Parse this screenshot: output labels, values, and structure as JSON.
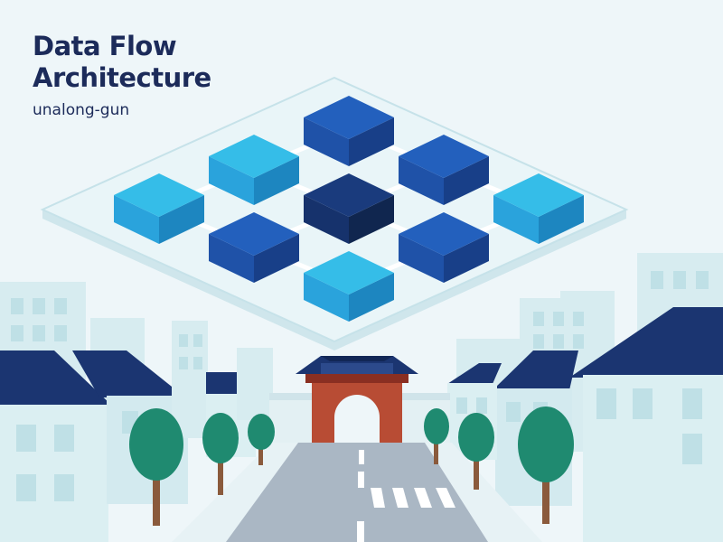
{
  "title": {
    "line1": "Data Flow",
    "line2": "Architecture"
  },
  "subtitle": "unalong-gun",
  "colors": {
    "sky": "#eef6f9",
    "navy": "#1c2b5a",
    "block_light": "#2aa3dc",
    "block_mid": "#1f52a8",
    "block_dark": "#16326c",
    "platform": "#e9f5f8",
    "building_light": "#dbeff2",
    "building_shade": "#bfe0e6",
    "roof": "#1b3571",
    "tree": "#1f8a70",
    "trunk": "#8a5a3c",
    "road": "#aab7c4",
    "gate": "#b84c34"
  },
  "grid": {
    "rows": 3,
    "cols": 3,
    "cells": [
      {
        "r": 0,
        "c": 0,
        "tone": "mid"
      },
      {
        "r": 0,
        "c": 1,
        "tone": "mid"
      },
      {
        "r": 0,
        "c": 2,
        "tone": "light"
      },
      {
        "r": 1,
        "c": 0,
        "tone": "light"
      },
      {
        "r": 1,
        "c": 1,
        "tone": "dark"
      },
      {
        "r": 1,
        "c": 2,
        "tone": "mid"
      },
      {
        "r": 2,
        "c": 0,
        "tone": "light"
      },
      {
        "r": 2,
        "c": 1,
        "tone": "mid"
      },
      {
        "r": 2,
        "c": 2,
        "tone": "light"
      }
    ]
  },
  "icons": [
    "gate-icon",
    "tree-icon",
    "building-icon",
    "road-icon"
  ]
}
